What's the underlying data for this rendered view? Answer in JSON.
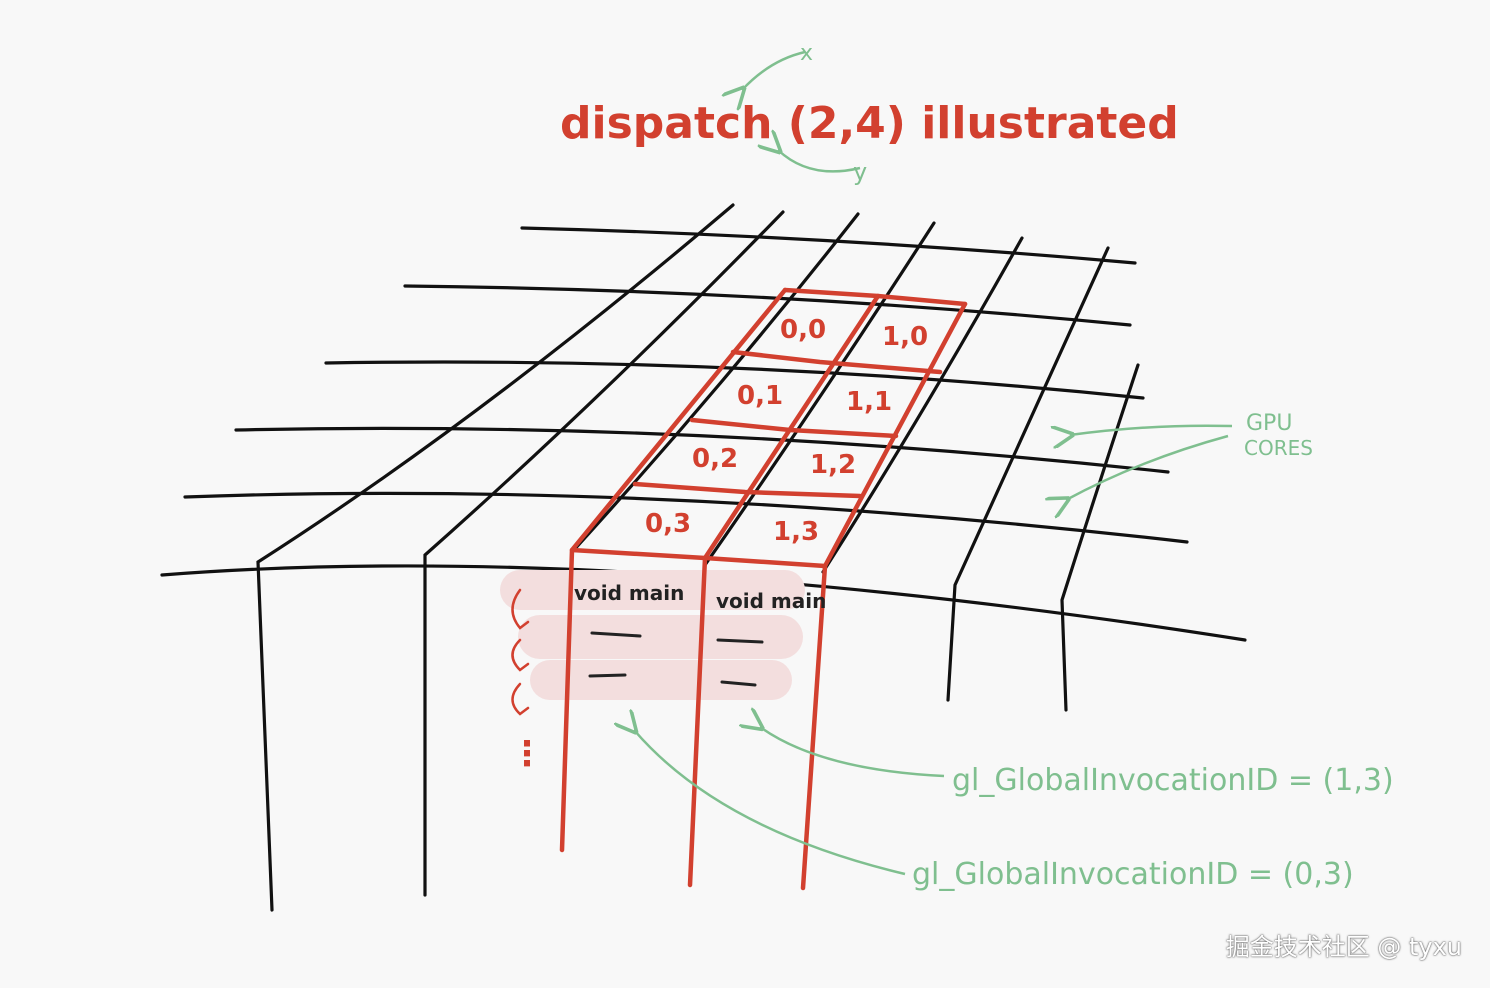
{
  "title": "dispatch (2,4) illustrated",
  "axis_x_label": "x",
  "axis_y_label": "y",
  "cells": [
    {
      "label": "0,0"
    },
    {
      "label": "1,0"
    },
    {
      "label": "0,1"
    },
    {
      "label": "1,1"
    },
    {
      "label": "0,2"
    },
    {
      "label": "1,2"
    },
    {
      "label": "0,3"
    },
    {
      "label": "1,3"
    }
  ],
  "gpu_cores_label_line1": "GPU",
  "gpu_cores_label_line2": "CORES",
  "invocation_left_label": "void main",
  "invocation_right_label": "void main",
  "ellipsis": "⋮",
  "annotation_top": "gl_GlobalInvocationID = (1,3)",
  "annotation_bottom": "gl_GlobalInvocationID = (0,3)",
  "watermark": "掘金技术社区 @ tyxu",
  "colors": {
    "red": "#d2402f",
    "green": "#7fbf8f",
    "grid": "#111111",
    "highlight": "#f3dede",
    "background": "#f8f8f8"
  }
}
